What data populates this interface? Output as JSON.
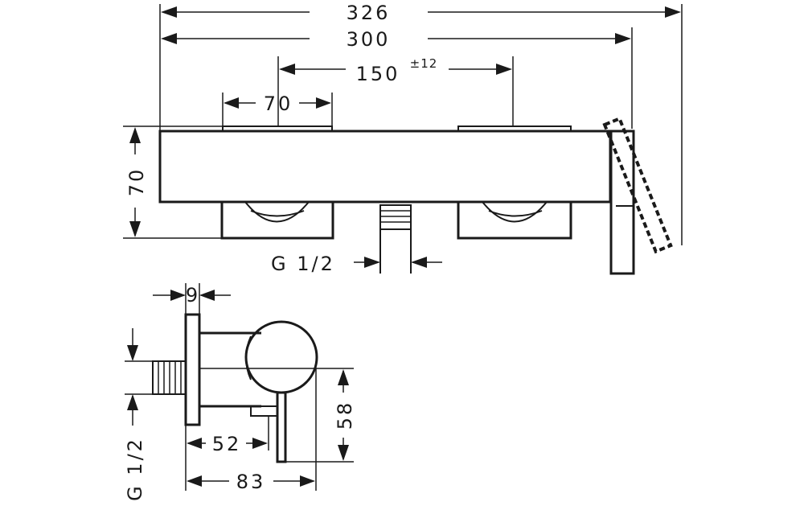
{
  "dimensions": {
    "overall_width": "326",
    "body_width": "300",
    "center_distance": "150",
    "center_tolerance": "±12",
    "handle_width": "70",
    "body_height": "70",
    "connection_top": "G 1/2",
    "side_thickness": "9",
    "connection_side": "G 1/2",
    "side_depth_short": "52",
    "side_depth_long": "83",
    "side_height": "58"
  }
}
